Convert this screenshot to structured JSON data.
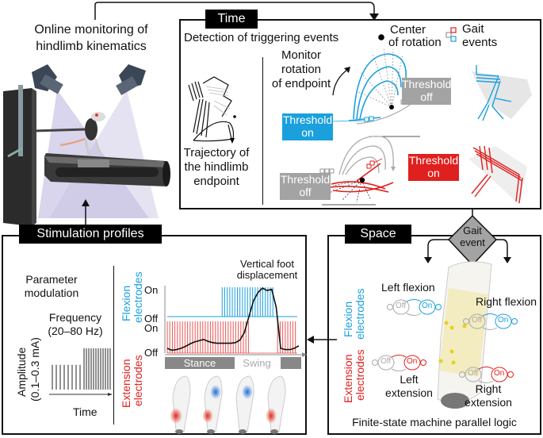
{
  "colors": {
    "flexion_blue": "#1aa0dc",
    "extension_red": "#e0201e",
    "threshold_gray": "#a3a3a3",
    "tag_black": "#000000",
    "spinal_yellow": "#f3edb8",
    "electrode_yellow": "#e7d21b"
  },
  "setup": {
    "title_line1": "Online monitoring of",
    "title_line2": "hindlimb kinematics"
  },
  "time_panel": {
    "tag": "Time",
    "heading": "Detection of triggering events",
    "legend_center": "Center\nof rotation",
    "legend_center_line1": "Center",
    "legend_center_line2": "of rotation",
    "legend_gait_line1": "Gait",
    "legend_gait_line2": "events",
    "monitor_line1": "Monitor",
    "monitor_line2": "rotation",
    "monitor_line3": "of endpoint",
    "trajectory_line1": "Trajectory of",
    "trajectory_line2": "the hindlimb",
    "trajectory_line3": "endpoint",
    "flexion": {
      "threshold_on_line1": "Threshold",
      "threshold_on_line2": "on",
      "threshold_off_line1": "Threshold",
      "threshold_off_line2": "off"
    },
    "extension": {
      "threshold_off_line1": "Threshold",
      "threshold_off_line2": "off",
      "threshold_on_line1": "Threshold",
      "threshold_on_line2": "on"
    }
  },
  "space_panel": {
    "tag": "Space",
    "decision": {
      "line1": "Gait",
      "line2": "event"
    },
    "flexion_label_line1": "Flexion",
    "flexion_label_line2": "electrodes",
    "extension_label_line1": "Extension",
    "extension_label_line2": "electrodes",
    "left_flexion": "Left flexion",
    "right_flexion": "Right flexion",
    "left_extension_line1": "Left",
    "left_extension_line2": "extension",
    "right_extension_line1": "Right",
    "right_extension_line2": "extension",
    "state_off": "Off",
    "state_on": "On",
    "caption": "Finite-state machine parallel logic"
  },
  "stim_panel": {
    "tag": "Stimulation profiles",
    "param_line1": "Parameter",
    "param_line2": "modulation",
    "freq_line1": "Frequency",
    "freq_line2": "(20–80 Hz)",
    "amp_line1": "Amplitude",
    "amp_line2": "(0.1–0.3 mA)",
    "time_label": "Time",
    "vfd_line1": "Vertical foot",
    "vfd_line2": "displacement",
    "flexion_label_line1": "Flexion",
    "flexion_label_line2": "electrodes",
    "extension_label_line1": "Extension",
    "extension_label_line2": "electrodes",
    "on": "On",
    "off": "Off",
    "phase_stance": "Stance",
    "phase_swing": "Swing",
    "pulse_train": {
      "low_amplitude_pulses": 8,
      "high_amplitude_pulses": 12,
      "low_amplitude_level": 0.6,
      "high_amplitude_level": 1.0
    },
    "timeline": {
      "flexion_on_range": [
        0.43,
        0.8
      ],
      "extension_on_ranges": [
        [
          0.0,
          0.62
        ],
        [
          0.83,
          1.0
        ]
      ],
      "stance_range": [
        0.0,
        0.52
      ],
      "swing_range": [
        0.52,
        0.84
      ],
      "foot_displacement": [
        0.05,
        0.02,
        0.03,
        0.05,
        0.08,
        0.12,
        0.15,
        0.17,
        0.19,
        0.16,
        0.14,
        0.13,
        0.13,
        0.13,
        0.13,
        0.14,
        0.18,
        0.3,
        0.55,
        0.8,
        0.93,
        1.0,
        0.96,
        0.98,
        0.7,
        0.05,
        0.03,
        0.03,
        0.05,
        0.09
      ]
    }
  }
}
